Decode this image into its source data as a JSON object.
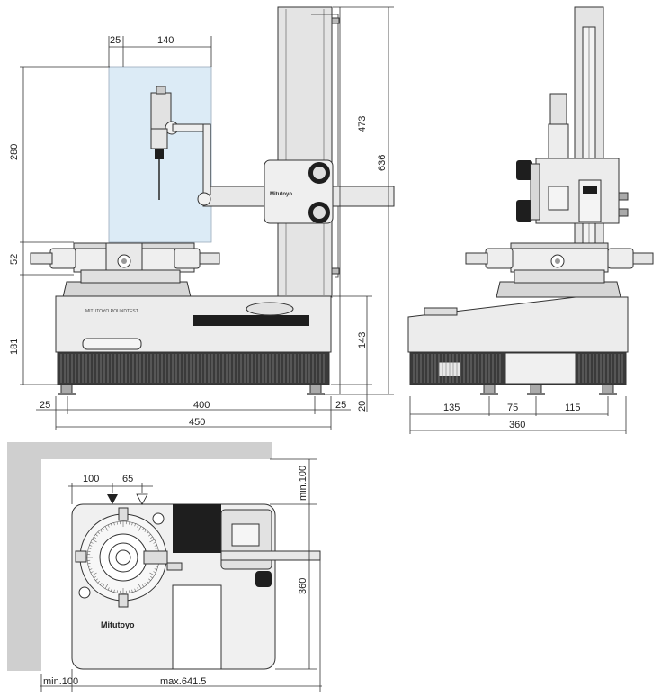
{
  "front_view": {
    "dims": {
      "probe_offset": "25",
      "probe_reach": "140",
      "probe_height": "280",
      "table_height": "52",
      "base_height": "181",
      "column_travel": "473",
      "total_height": "636",
      "column_base": "143",
      "foot_height": "20",
      "foot_left": "25",
      "foot_span": "400",
      "foot_right": "25",
      "overall_width": "450"
    },
    "brand_label": "Mitutoyo"
  },
  "side_view": {
    "dims": {
      "foot_a": "135",
      "foot_b": "75",
      "foot_c": "115",
      "overall_depth": "360"
    }
  },
  "plan_view": {
    "dims": {
      "left_offset": "100",
      "marker_gap": "65",
      "top_clearance": "min.100",
      "depth": "360",
      "left_clearance": "min.100",
      "max_width": "max.641.5"
    },
    "brand_label": "Mitutoyo"
  },
  "colors": {
    "measuring_zone": "#dcebf6",
    "machine_light": "#ededed",
    "machine_mid": "#c9c9c9",
    "machine_dark": "#2a2a2a",
    "wall": "#cfcfcf"
  }
}
